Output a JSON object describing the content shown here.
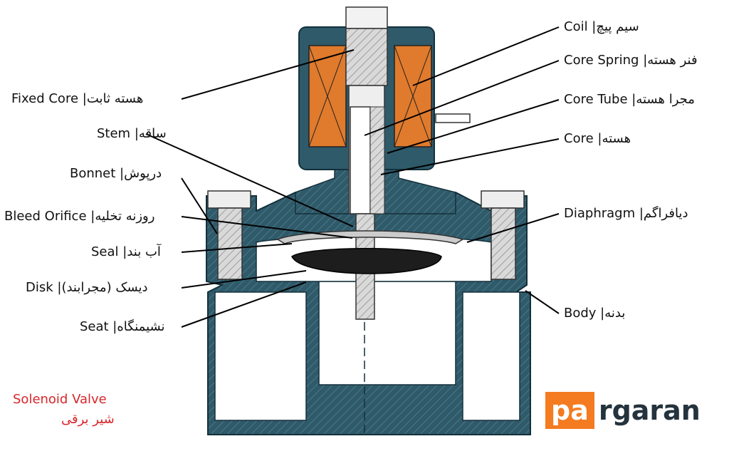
{
  "labels_left": [
    {
      "id": "fixed-core",
      "text": "Fixed Core |هسته ثابت"
    },
    {
      "id": "stem",
      "text": "Stem |ساقه"
    },
    {
      "id": "bonnet",
      "text": "Bonnet |درپوش"
    },
    {
      "id": "bleed-orifice",
      "text": "Bleed Orifice |روزنه تخلیه"
    },
    {
      "id": "seal",
      "text": "Seal |آب بند"
    },
    {
      "id": "disk",
      "text": "Disk |(مجرابند) دیسک"
    },
    {
      "id": "seat",
      "text": "Seat |نشیمنگاه"
    }
  ],
  "labels_right": [
    {
      "id": "coil",
      "text": "Coil |سیم پیچ"
    },
    {
      "id": "core-spring",
      "text": "Core Spring |فنر هسته"
    },
    {
      "id": "core-tube",
      "text": "Core Tube |مجرا هسته"
    },
    {
      "id": "core",
      "text": "Core |هسته"
    },
    {
      "id": "diaphragm",
      "text": "Diaphragm |دیافراگم"
    },
    {
      "id": "body",
      "text": "Body |بدنه"
    }
  ],
  "caption": {
    "en": "Solenoid Valve",
    "fa": "شیر برقی"
  },
  "logo": {
    "highlight": "pa",
    "rest": "rgaran"
  },
  "colors": {
    "body": "#2f5a6a",
    "coil": "#e07a2c",
    "caption": "#d7262c",
    "logo_orange": "#f47b20"
  }
}
